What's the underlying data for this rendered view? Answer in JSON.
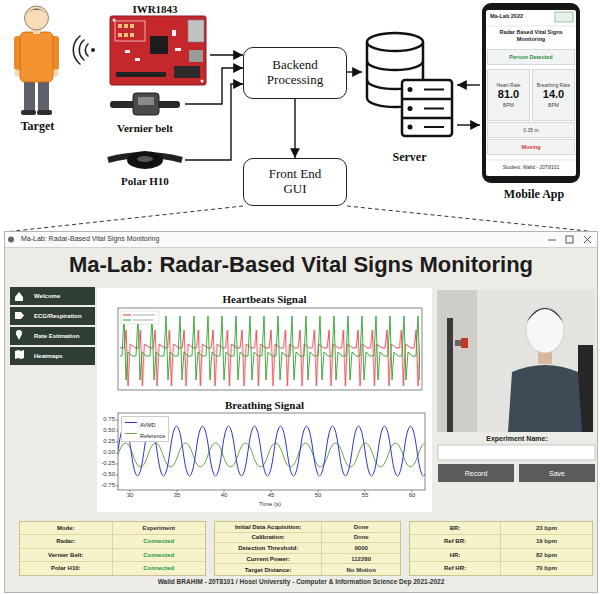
{
  "diagram": {
    "nodes": [
      {
        "text": [
          "Target"
        ]
      },
      {
        "text": [
          "IWR1843"
        ]
      },
      {
        "text": [
          "Vernier belt"
        ]
      },
      {
        "text": [
          "Polar H10"
        ]
      },
      {
        "text": [
          "Backend Processing"
        ]
      },
      {
        "text": [
          "Server"
        ]
      },
      {
        "text": [
          "Mobile App"
        ]
      },
      {
        "text": [
          "Front End GUI"
        ]
      },
      {
        "text": [
          "Ma-Lab: Radar-Based Vital Signs Monitoring",
          "Ma-Lab: Radar-Based Vital Signs Monitoring",
          "Experiment Name:",
          "Walid BRAHIM - 20T8101 / Hosei University - Computer & Information Science Dep 2021-2022"
        ]
      },
      {
        "text": [
          "Welcome"
        ],
        "in": 8
      },
      {
        "text": [
          "ECG/Respiration"
        ],
        "in": 8
      },
      {
        "text": [
          "Rate Estimation"
        ],
        "in": 8
      },
      {
        "text": [
          "Heatmaps"
        ],
        "in": 8
      },
      {
        "text": [
          "Heartbeats Signal",
          "Breathing Signal"
        ],
        "in": 8
      },
      {
        "text": [
          "Record"
        ],
        "in": 8
      },
      {
        "text": [
          "Save"
        ],
        "in": 8
      },
      {
        "text": [
          "Mode:",
          "Experiment",
          "Radar:",
          "Connected",
          "Vernier Belt:",
          "Connected",
          "Polar H10:",
          "Connected"
        ],
        "in": 8
      },
      {
        "text": [
          "Initial Data Acquisition:",
          "Done",
          "Calibration:",
          "Done",
          "Detection Threshold:",
          "9000",
          "Current Power:",
          "112280",
          "Target Distance:",
          "No Motion"
        ],
        "in": 8
      },
      {
        "text": [
          "BR:",
          "23 bpm",
          "Ref BR:",
          "19 bpm",
          "HR:",
          "82 bpm",
          "Ref HR:",
          "70 bpm"
        ],
        "in": 8
      },
      {
        "text": [
          "Person Detected"
        ],
        "in": 6
      },
      {
        "text": [
          "Heart Rate",
          "81.0",
          "BPM"
        ],
        "in": 6
      },
      {
        "text": [
          "Breathing Rate",
          "14.0",
          "BPM"
        ],
        "in": 6
      },
      {
        "text": [
          "0.35 m"
        ],
        "in": 6
      },
      {
        "text": [
          "Moving"
        ],
        "in": 6
      }
    ],
    "edges": [
      {
        "from": 1,
        "to": 4,
        "arrow": "to"
      },
      {
        "from": 2,
        "to": 4,
        "arrow": "to"
      },
      {
        "from": 3,
        "to": 4,
        "arrow": "to"
      },
      {
        "from": 4,
        "to": 5,
        "arrow": "to"
      },
      {
        "from": 4,
        "to": 7,
        "arrow": "to"
      },
      {
        "from": 6,
        "to": 5,
        "arrow": "to"
      },
      {
        "from": 5,
        "to": 6,
        "arrow": "to"
      },
      {
        "from": 7,
        "to": 8,
        "arrow": "none"
      },
      {
        "from": 7,
        "to": 8,
        "arrow": "none"
      }
    ],
    "labels": [
      "Ma-Lab 2022",
      "Radar Based Vital Signs Monitoring",
      "Student: Walid - 20T8101",
      "0.75",
      "0.50",
      "0.25",
      "0.00",
      "-0.25",
      "-0.50",
      "-0.75",
      "30",
      "35",
      "40",
      "45",
      "50",
      "55",
      "60",
      "Time (s)"
    ],
    "legend": [
      {
        "text": "AVMD"
      },
      {
        "text": "Reference"
      }
    ]
  }
}
